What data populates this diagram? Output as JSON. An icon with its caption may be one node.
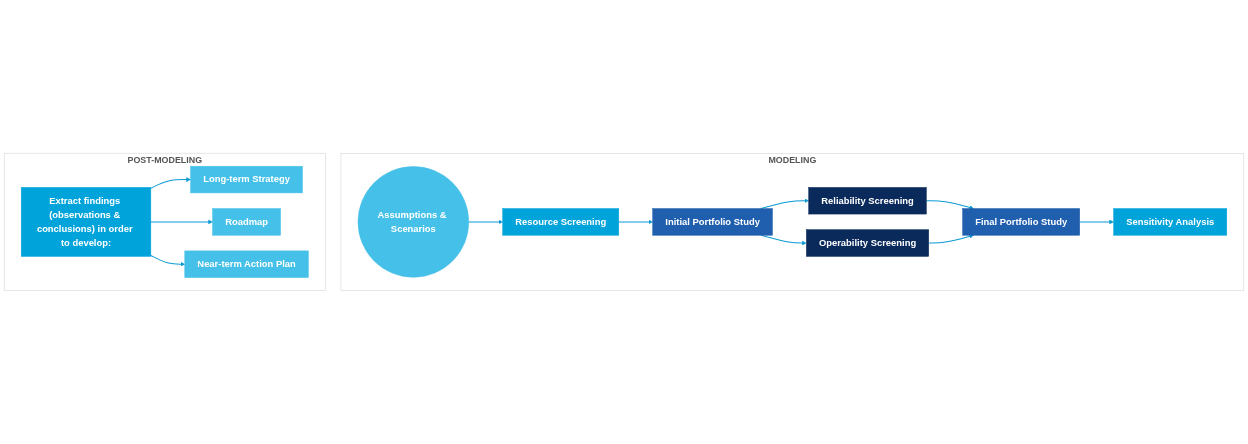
{
  "diagram": {
    "nodes": [
      {
        "text": [
          "MODELING"
        ]
      },
      {
        "text": [
          "Assumptions & Scenarios"
        ],
        "in": 0
      },
      {
        "text": [
          "Resource Screening"
        ],
        "in": 0
      },
      {
        "text": [
          "Initial Portfolio Study"
        ],
        "in": 0
      },
      {
        "text": [
          "Reliability Screening"
        ],
        "in": 0
      },
      {
        "text": [
          "Operability Screening"
        ],
        "in": 0
      },
      {
        "text": [
          "Final Portfolio Study"
        ],
        "in": 0
      },
      {
        "text": [
          "Sensitivity Analysis"
        ],
        "in": 0
      },
      {
        "text": [
          "POST-MODELING"
        ]
      },
      {
        "text": [
          "Extract findings (observations & conclusions) in order to develop:"
        ],
        "in": 8
      },
      {
        "text": [
          "Long-term Strategy"
        ],
        "in": 8
      },
      {
        "text": [
          "Roadmap"
        ],
        "in": 8
      },
      {
        "text": [
          "Near-term Action Plan"
        ],
        "in": 8
      }
    ],
    "edges": [
      {
        "from": 1,
        "to": 2,
        "arrow": "to"
      },
      {
        "from": 2,
        "to": 3,
        "arrow": "to"
      },
      {
        "from": 3,
        "to": 4,
        "arrow": "to"
      },
      {
        "from": 3,
        "to": 5,
        "arrow": "to"
      },
      {
        "from": 4,
        "to": 6,
        "arrow": "to"
      },
      {
        "from": 5,
        "to": 6,
        "arrow": "to"
      },
      {
        "from": 6,
        "to": 7,
        "arrow": "to"
      },
      {
        "from": 9,
        "to": 10,
        "arrow": "to"
      },
      {
        "from": 9,
        "to": 11,
        "arrow": "to"
      },
      {
        "from": 9,
        "to": 12,
        "arrow": "to"
      }
    ]
  }
}
